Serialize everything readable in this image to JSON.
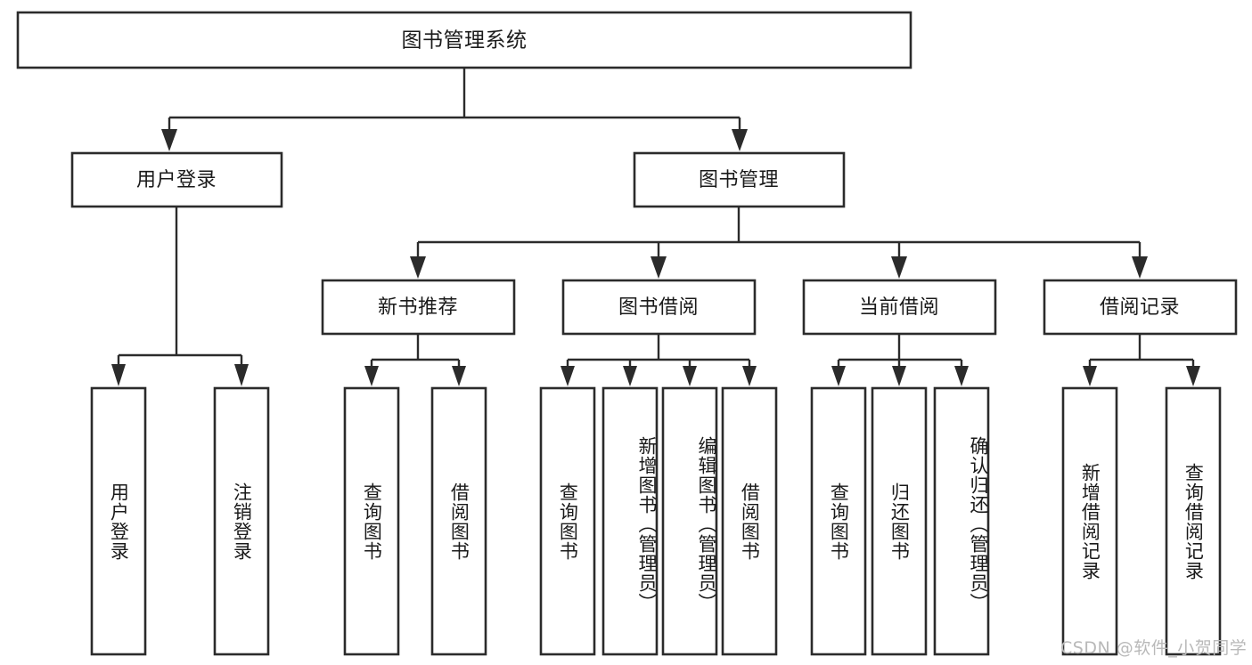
{
  "diagram": {
    "type": "tree-hierarchy",
    "title": "图书管理系统",
    "background_color": "#ffffff",
    "line_color": "#2b2b2b",
    "text_color": "#1a1a1a",
    "nodes": {
      "root": {
        "label": "图书管理系统"
      },
      "level2": [
        {
          "id": "user-login",
          "label": "用户登录"
        },
        {
          "id": "book-management",
          "label": "图书管理"
        }
      ],
      "level3": [
        {
          "id": "new-book-recommend",
          "label": "新书推荐"
        },
        {
          "id": "book-borrow",
          "label": "图书借阅"
        },
        {
          "id": "current-borrow",
          "label": "当前借阅"
        },
        {
          "id": "borrow-record",
          "label": "借阅记录"
        }
      ],
      "leaves": [
        {
          "id": "leaf-user-login",
          "label": "用户登录",
          "parent": "user-login"
        },
        {
          "id": "leaf-logout",
          "label": "注销登录",
          "parent": "user-login"
        },
        {
          "id": "leaf-query-book-1",
          "label": "查询图书",
          "parent": "new-book-recommend"
        },
        {
          "id": "leaf-borrow-book-1",
          "label": "借阅图书",
          "parent": "new-book-recommend"
        },
        {
          "id": "leaf-query-book-2",
          "label": "查询图书",
          "parent": "book-borrow"
        },
        {
          "id": "leaf-add-book",
          "label": "新增图书（管理员）",
          "parent": "book-borrow"
        },
        {
          "id": "leaf-edit-book",
          "label": "编辑图书（管理员）",
          "parent": "book-borrow"
        },
        {
          "id": "leaf-borrow-book-2",
          "label": "借阅图书",
          "parent": "book-borrow"
        },
        {
          "id": "leaf-query-book-3",
          "label": "查询图书",
          "parent": "current-borrow"
        },
        {
          "id": "leaf-return-book",
          "label": "归还图书",
          "parent": "current-borrow"
        },
        {
          "id": "leaf-confirm-return",
          "label": "确认归还（管理员）",
          "parent": "current-borrow"
        },
        {
          "id": "leaf-add-record",
          "label": "新增借阅记录",
          "parent": "borrow-record"
        },
        {
          "id": "leaf-query-record",
          "label": "查询借阅记录",
          "parent": "borrow-record"
        }
      ]
    }
  },
  "watermark": {
    "text": "CSDN @软件_小贺同学"
  }
}
